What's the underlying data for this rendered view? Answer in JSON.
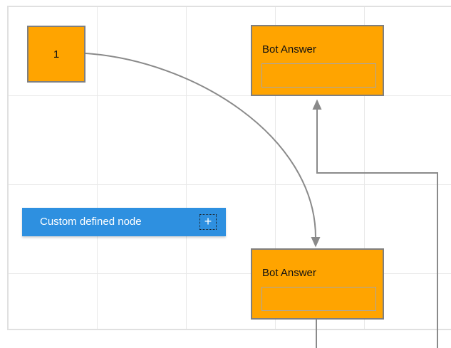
{
  "colors": {
    "orange_node_fill": "#FFA400",
    "orange_node_border": "#7F7F7F",
    "answer_field_border": "#A6A6A6",
    "blue_node_fill": "#2E90E0",
    "blue_node_text": "#FFFFFF",
    "connector": "#8A8A8A",
    "grid_line": "#E9E9E9",
    "canvas_border": "#E0E0E0",
    "page_background": "#FFFFFF",
    "node_text": "#121212"
  },
  "diagram": {
    "start_node": {
      "label": "1"
    },
    "bot_answer_top": {
      "title": "Bot Answer",
      "field_value": ""
    },
    "bot_answer_bottom": {
      "title": "Bot Answer",
      "field_value": ""
    },
    "custom_node": {
      "label": "Custom defined node",
      "plus_icon": "+"
    }
  }
}
